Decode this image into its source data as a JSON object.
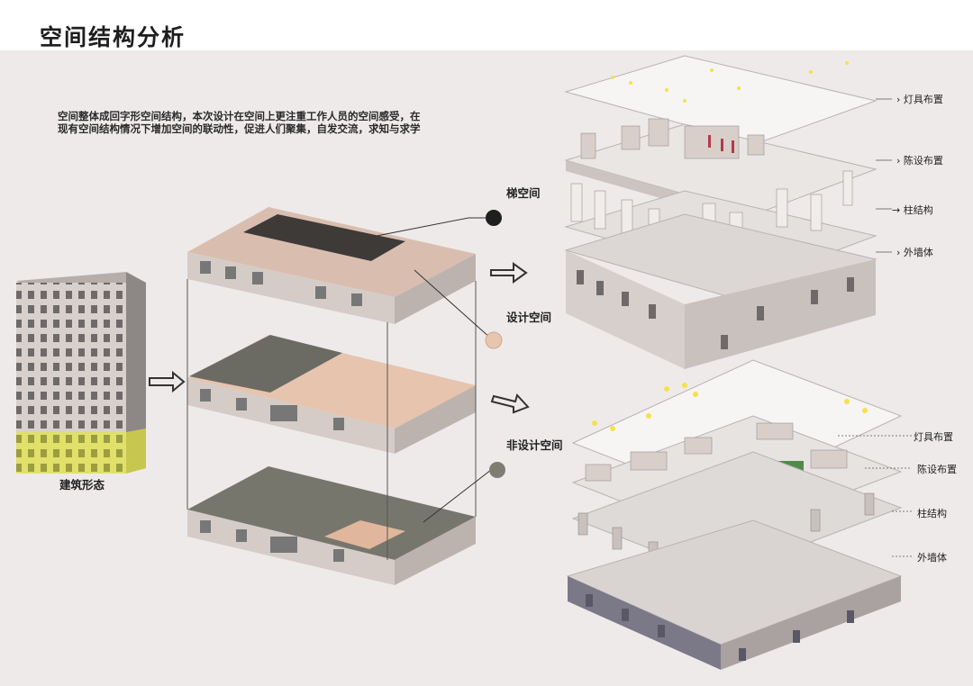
{
  "title": "空间结构分析",
  "intro": [
    "空间整体成回字形空间结构，本次设计在空间上更注重工作人员的空间感受，在",
    "现有空间结构情况下增加空间的联动性，促进人们聚集，自发交流，求知与求学"
  ],
  "building_label": "建筑形态",
  "space_labels": {
    "stair": "梯空间",
    "design": "设计空间",
    "non_design": "非设计空间"
  },
  "legend_top": [
    "灯具布置",
    "陈设布置",
    "柱结构",
    "外墙体"
  ],
  "legend_bottom": [
    "灯具布置",
    "陈设布置",
    "柱结构",
    "外墙体"
  ],
  "colors": {
    "stair": "#1f1f1f",
    "design": "#e8c6ad",
    "non_design": "#7d7d74",
    "building_highlight": "#e3e36a"
  }
}
